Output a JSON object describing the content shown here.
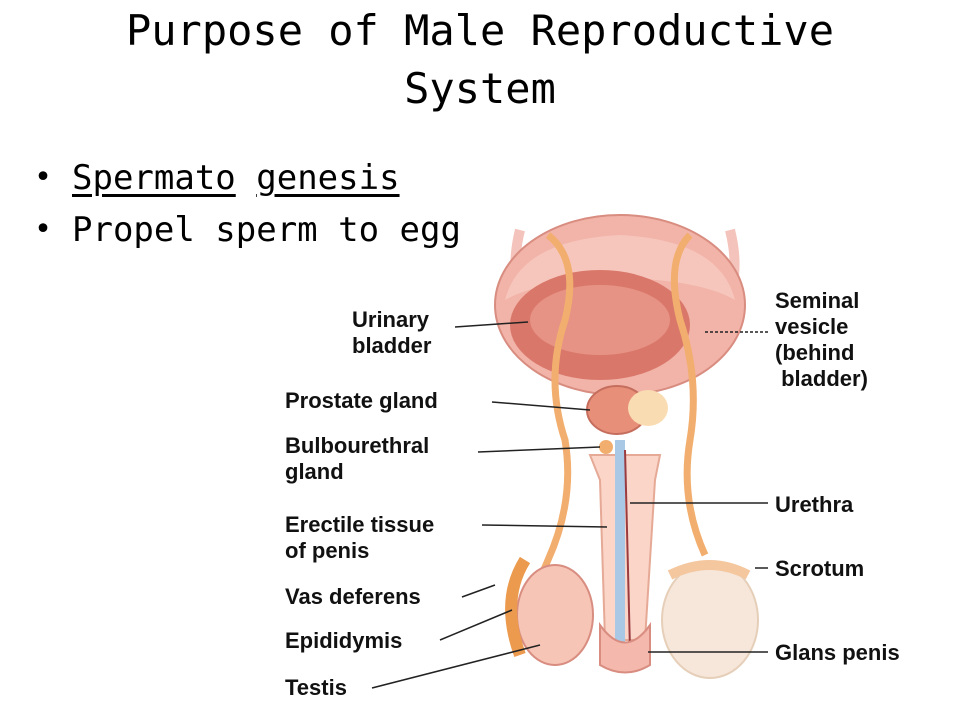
{
  "slide": {
    "title": "Purpose of Male Reproductive System",
    "bullets": [
      {
        "parts": [
          "Spermato",
          " ",
          "genesis"
        ]
      },
      {
        "text": "Propel sperm to egg"
      }
    ]
  },
  "figure": {
    "labels_left": {
      "urinary_bladder": "Urinary bladder",
      "prostate_gland": "Prostate gland",
      "bulbourethral_gland": "Bulbourethral gland",
      "erectile_tissue": "Erectile tissue of penis",
      "vas_deferens": "Vas deferens",
      "epididymis": "Epididymis",
      "testis": "Testis"
    },
    "labels_right": {
      "seminal_vesicle": "Seminal vesicle (behind bladder)",
      "urethra": "Urethra",
      "scrotum": "Scrotum",
      "glans_penis": "Glans penis"
    },
    "colors": {
      "bladder": "#f2b3a8",
      "bladder_inner": "#d9786a",
      "duct": "#f2ae6e",
      "tissue": "#fbd5c8",
      "testis": "#f7e7da",
      "urethra": "#a9c8e6"
    }
  }
}
